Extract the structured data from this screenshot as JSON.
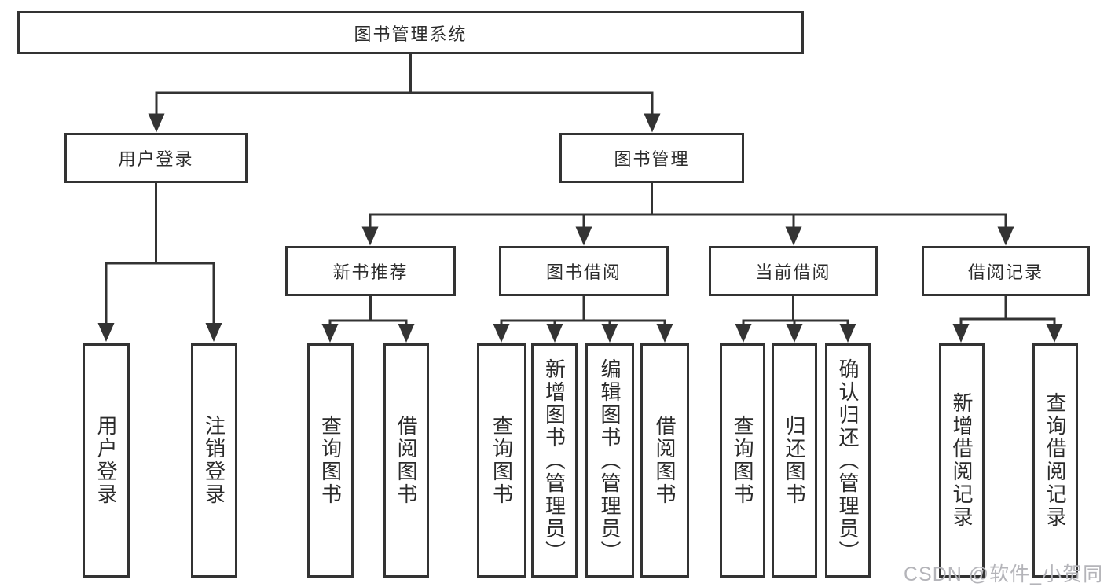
{
  "colors": {
    "line": "#333333",
    "text": "#2b2b2b",
    "background": "#ffffff",
    "watermark": "#b4b4b9"
  },
  "watermark": {
    "text": "CSDN @软件_小贺同学"
  },
  "tree": {
    "root": {
      "label": "图书管理系统"
    },
    "user_login": {
      "label": "用户登录",
      "children": [
        {
          "label": "用户登录"
        },
        {
          "label": "注销登录"
        }
      ]
    },
    "book_mgmt": {
      "label": "图书管理"
    },
    "new_book": {
      "label": "新书推荐",
      "children": [
        {
          "label": "查询图书"
        },
        {
          "label": "借阅图书"
        }
      ]
    },
    "book_borrow": {
      "label": "图书借阅",
      "children": [
        {
          "label": "查询图书"
        },
        {
          "label": "新增图书（管理员）"
        },
        {
          "label": "编辑图书（管理员）"
        },
        {
          "label": "借阅图书"
        }
      ]
    },
    "current_borrow": {
      "label": "当前借阅",
      "children": [
        {
          "label": "查询图书"
        },
        {
          "label": "归还图书"
        },
        {
          "label": "确认归还（管理员）"
        }
      ]
    },
    "borrow_record": {
      "label": "借阅记录",
      "children": [
        {
          "label": "新增借阅记录"
        },
        {
          "label": "查询借阅记录"
        }
      ]
    }
  }
}
